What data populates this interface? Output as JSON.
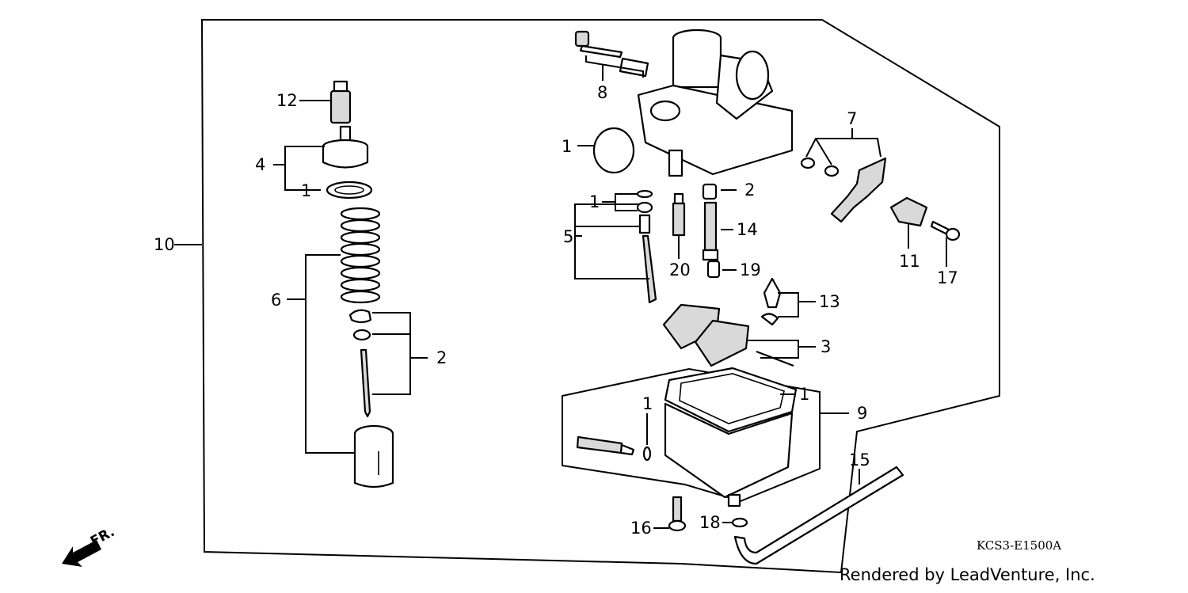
{
  "diagram": {
    "code": "KCS3-E1500A",
    "front_marker": "FR.",
    "callouts": {
      "c1": "1",
      "c2": "2",
      "c3": "3",
      "c4": "4",
      "c5": "5",
      "c6": "6",
      "c7": "7",
      "c8": "8",
      "c9": "9",
      "c10": "10",
      "c11": "11",
      "c12": "12",
      "c13": "13",
      "c14": "14",
      "c15": "15",
      "c16": "16",
      "c17": "17",
      "c18": "18",
      "c19": "19",
      "c20": "20"
    }
  },
  "footer": {
    "credit": "Rendered by LeadVenture, Inc."
  }
}
